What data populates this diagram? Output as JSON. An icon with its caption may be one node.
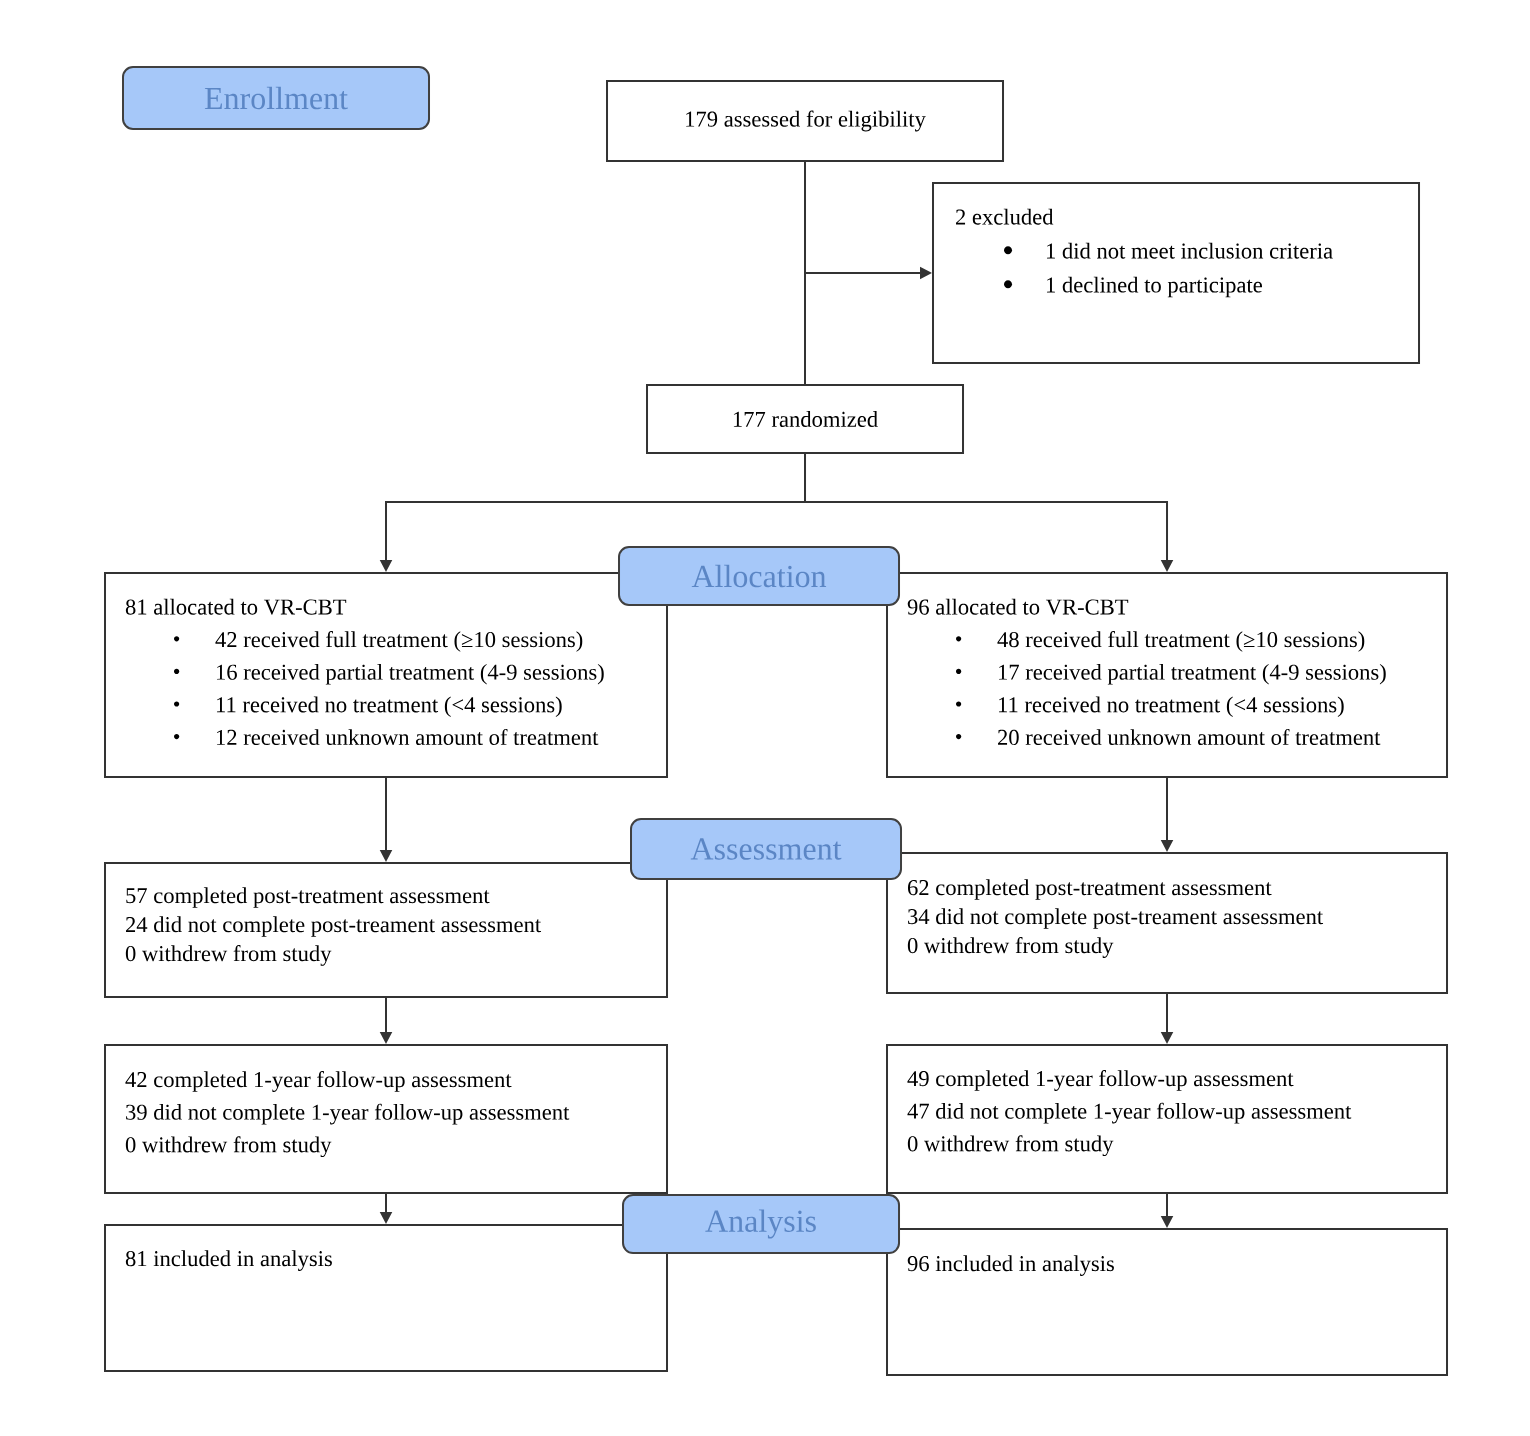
{
  "diagram": {
    "nodes": [
      {
        "text": [
          "Enrollment"
        ]
      },
      {
        "text": [
          "179 assessed for eligibility"
        ]
      },
      {
        "text": [
          "2 excluded",
          "1 did not meet inclusion criteria",
          "1 declined to participate"
        ]
      },
      {
        "text": [
          "177 randomized"
        ]
      },
      {
        "text": [
          "Allocation"
        ]
      },
      {
        "text": [
          "81 allocated to VR-CBT",
          "42 received full treatment (≥10 sessions)",
          "16 received partial treatment (4-9 sessions)",
          "11 received no treatment (<4 sessions)",
          "12 received unknown amount of treatment"
        ]
      },
      {
        "text": [
          "96 allocated to VR-CBT",
          "48 received full treatment (≥10 sessions)",
          "17 received partial treatment (4-9 sessions)",
          "11 received no treatment (<4 sessions)",
          "20 received unknown amount of treatment"
        ]
      },
      {
        "text": [
          "Assessment"
        ]
      },
      {
        "text": [
          "57 completed post-treatment assessment",
          "24 did not complete post-treament assessment",
          "0 withdrew from study"
        ]
      },
      {
        "text": [
          "62 completed post-treatment assessment",
          "34 did not complete post-treament assessment",
          "0 withdrew from study"
        ]
      },
      {
        "text": [
          "42 completed 1-year follow-up assessment",
          "39 did not complete 1-year follow-up assessment",
          "0 withdrew from study"
        ]
      },
      {
        "text": [
          "49 completed 1-year follow-up assessment",
          "47 did not complete 1-year follow-up assessment",
          "0 withdrew from study"
        ]
      },
      {
        "text": [
          "Analysis"
        ]
      },
      {
        "text": [
          "81 included in analysis"
        ]
      },
      {
        "text": [
          "96 included in analysis"
        ]
      }
    ],
    "edges": [
      {
        "from": 1,
        "to": 3,
        "arrow": "none"
      },
      {
        "from": 1,
        "to": 2,
        "arrow": "to"
      },
      {
        "from": 3,
        "to": 5,
        "arrow": "to"
      },
      {
        "from": 3,
        "to": 6,
        "arrow": "to"
      },
      {
        "from": 5,
        "to": 8,
        "arrow": "to"
      },
      {
        "from": 6,
        "to": 9,
        "arrow": "to"
      },
      {
        "from": 8,
        "to": 10,
        "arrow": "to"
      },
      {
        "from": 9,
        "to": 11,
        "arrow": "to"
      },
      {
        "from": 10,
        "to": 13,
        "arrow": "to"
      },
      {
        "from": 11,
        "to": 14,
        "arrow": "to"
      }
    ]
  }
}
